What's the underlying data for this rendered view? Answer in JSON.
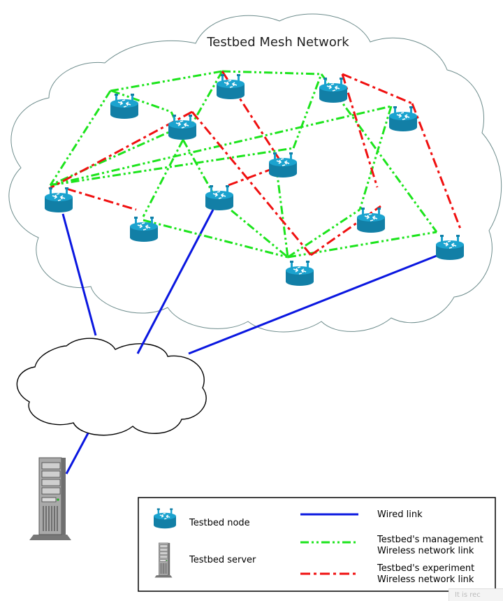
{
  "diagram": {
    "title": "Testbed Mesh Network",
    "colors": {
      "wired": "#0a17e0",
      "management": "#1ce41c",
      "experiment": "#f01010",
      "node": "#1ba3cf",
      "node_dark": "#127fa6",
      "cloud_stroke": "#6d8c8c"
    }
  },
  "legend": {
    "node_label": "Testbed node",
    "server_label": "Testbed server",
    "wired_label": "Wired link",
    "management_label_1": "Testbed's management",
    "management_label_2": "Wireless network link",
    "experiment_label_1": "Testbed's experiment",
    "experiment_label_2": "Wireless network link"
  },
  "footer": {
    "truncated_text": "It is rec"
  }
}
